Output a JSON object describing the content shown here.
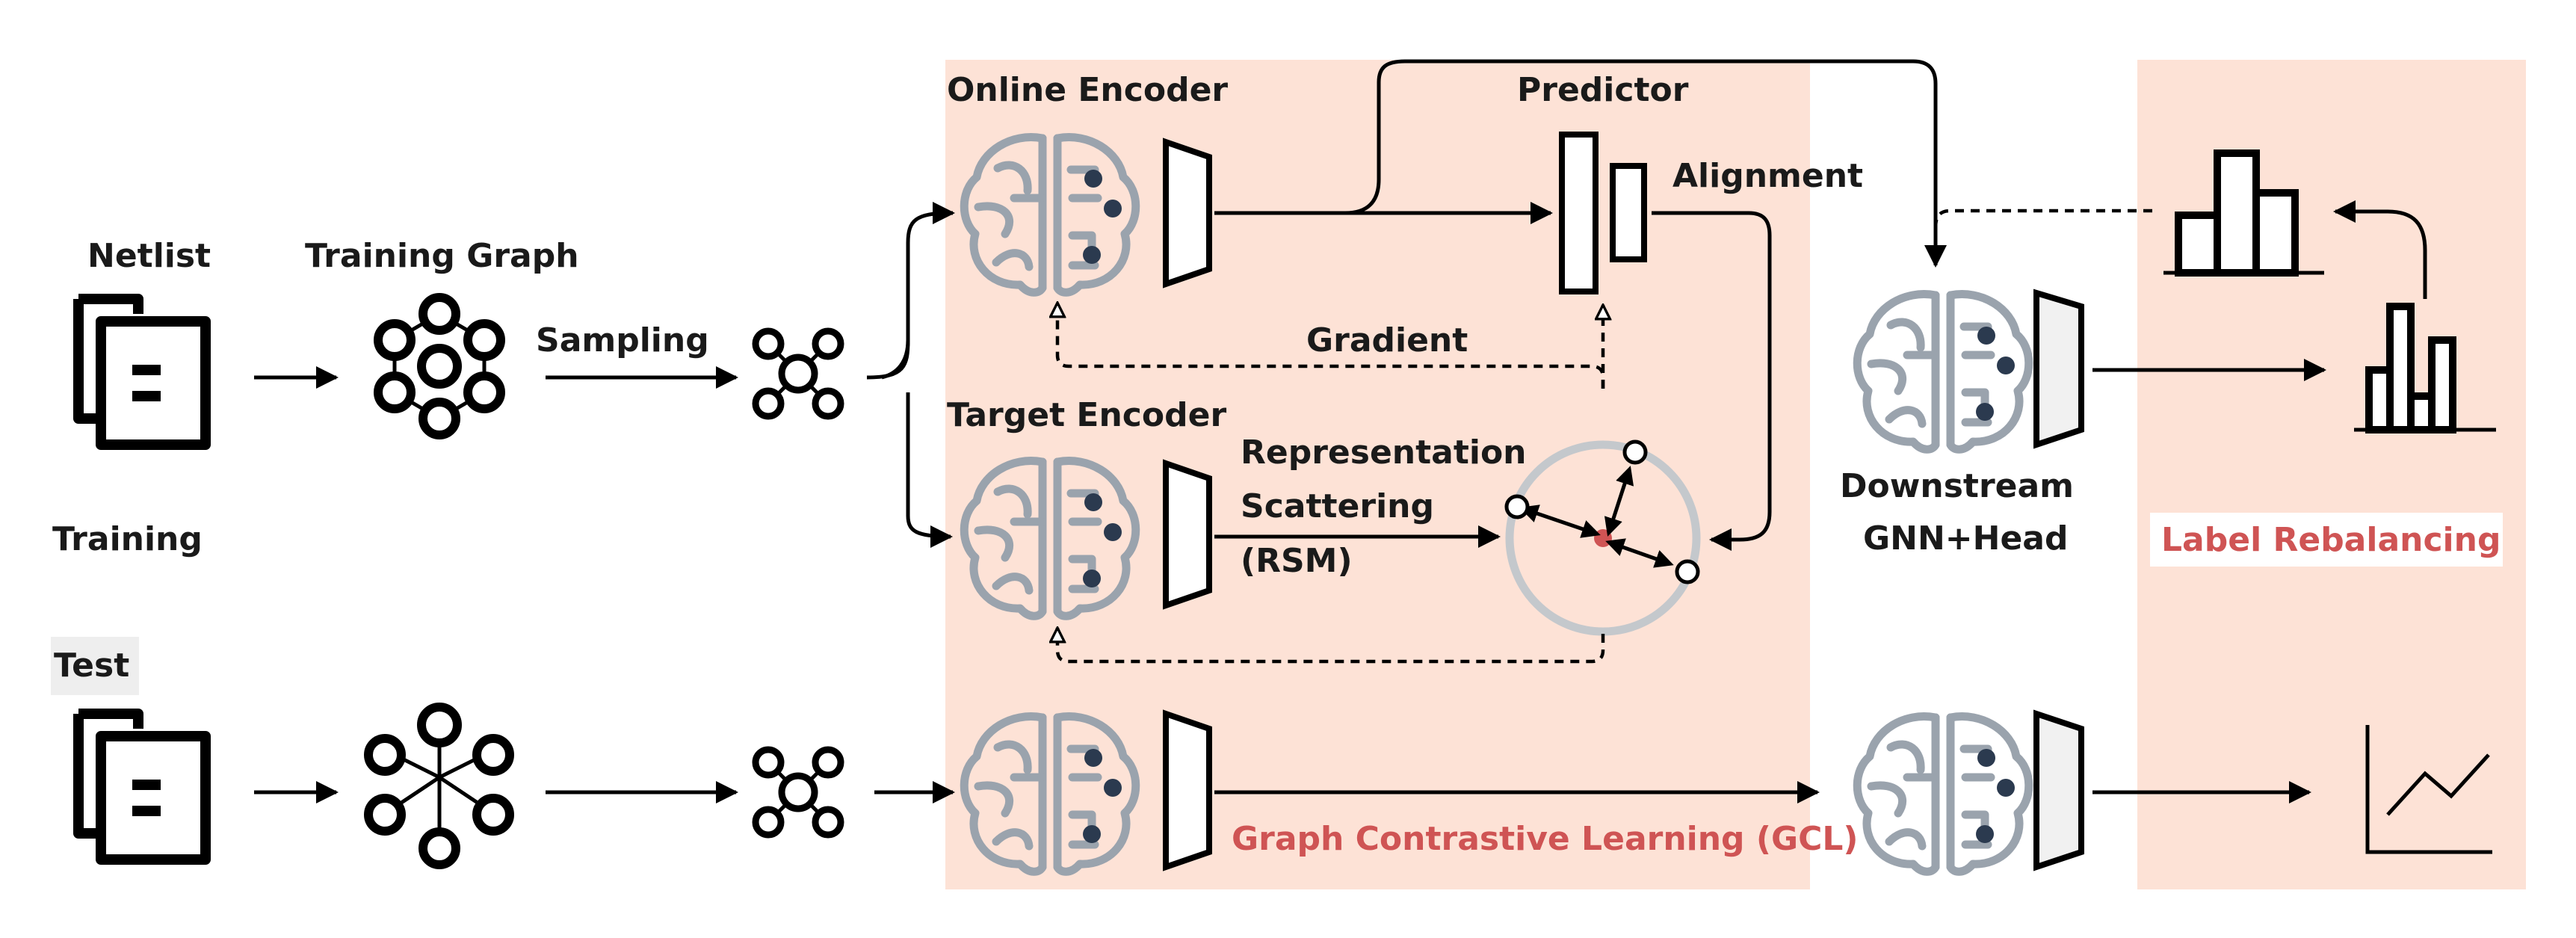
{
  "labels": {
    "netlist": "Netlist",
    "training_graph": "Training Graph",
    "sampling": "Sampling",
    "training": "Training",
    "test": "Test",
    "online_encoder": "Online Encoder",
    "predictor": "Predictor",
    "alignment": "Alignment",
    "gradient": "Gradient",
    "target_encoder": "Target Encoder",
    "representation": "Representation",
    "scattering": "Scattering",
    "rsm": "(RSM)",
    "downstream": "Downstream",
    "gnn_head": "GNN+Head",
    "label_rebalancing": "Label Rebalancing",
    "gcl": "Graph Contrastive Learning (GCL)"
  },
  "colors": {
    "panel_fill": "#fde2d6",
    "accent_red": "#cf5454",
    "brain_gray": "#9aa3ad",
    "brain_dot": "#2b3a4f",
    "ring_gray": "#c4c8cc",
    "test_tag_bg": "#eeeeee"
  },
  "icons": [
    "document-stack-icon",
    "molecule-graph-icon",
    "node-graph-icon",
    "brain-icon",
    "encoder-trapezoid-icon",
    "predictor-bars-icon",
    "histogram-icon",
    "line-chart-icon"
  ]
}
